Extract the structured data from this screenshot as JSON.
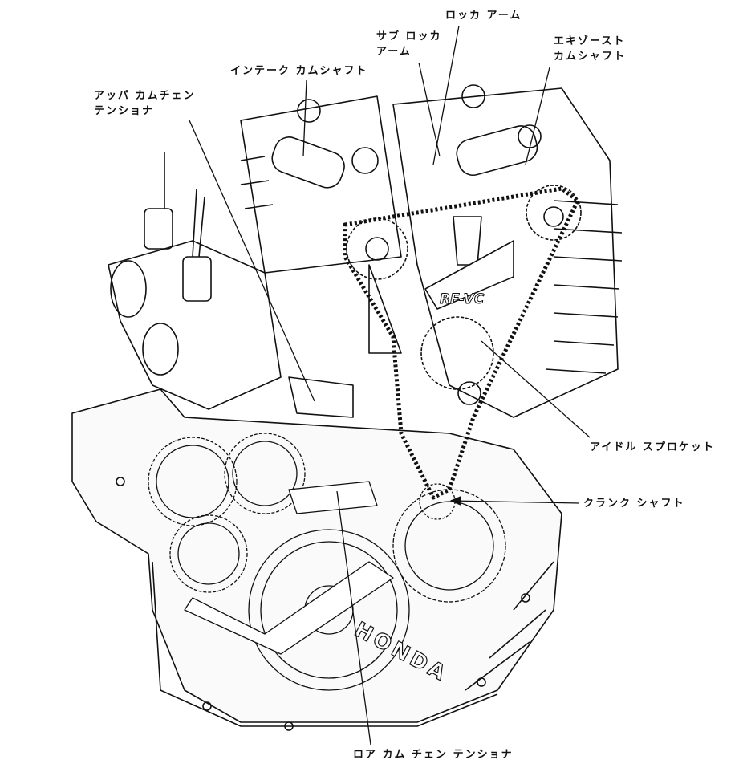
{
  "labels": {
    "rocker_arm": "ロッカ アーム",
    "sub_rocker_arm": [
      "サブ ロッカ",
      "アーム"
    ],
    "exhaust_camshaft": [
      "エキゾースト",
      "カムシャフト"
    ],
    "intake_camshaft": "インテーク カムシャフト",
    "upper_cam_chain_tensioner": [
      "アッパ カムチェン",
      "テンショナ"
    ],
    "idle_sprocket": "アイドル スプロケット",
    "crankshaft": "クランク シャフト",
    "lower_cam_chain_tensioner": "ロア カム チェン テンショナ"
  },
  "engine_markings": {
    "head_logo": "RF-VC",
    "case_logo": "HONDA"
  }
}
